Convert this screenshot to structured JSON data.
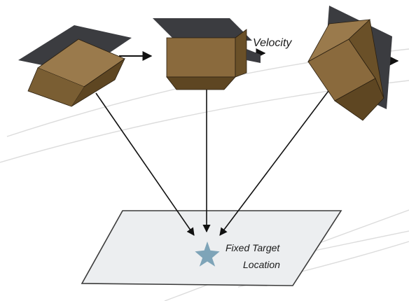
{
  "diagram": {
    "velocity_label": "Velocity",
    "target_label_line1": "Fixed Target",
    "target_label_line2": "Location",
    "satellite_count": 3,
    "colors": {
      "box_top": "#9a7a4c",
      "box_left": "#7a5e33",
      "box_right": "#5e4622",
      "panel": "#3b3c40",
      "arrow": "#111111",
      "ground_fill": "#eceef0",
      "ground_stroke": "#3b3b3b",
      "star": "#7ea4b8",
      "background_streak": "#dcdcdc"
    },
    "icons": {
      "satellite": "satellite-box-icon",
      "target": "star-icon"
    }
  }
}
